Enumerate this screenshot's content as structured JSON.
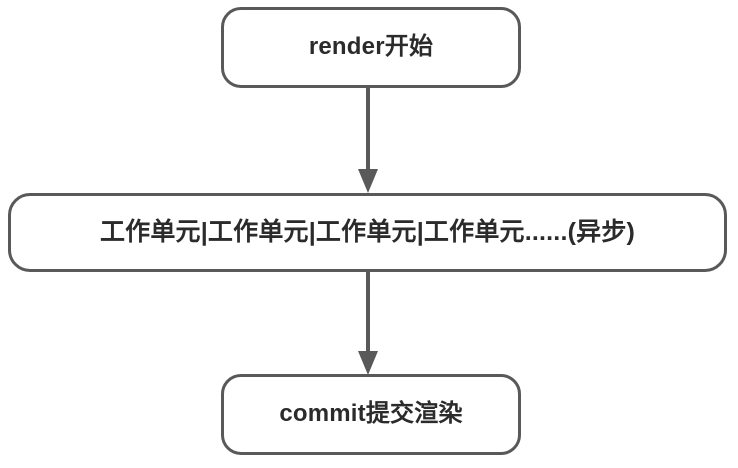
{
  "diagram": {
    "type": "flowchart",
    "orientation": "top-to-bottom",
    "background_color": "#ffffff",
    "node_border_color": "#595959",
    "node_fill_color": "#ffffff",
    "text_color": "#2b2b2b",
    "arrow_color": "#595959",
    "nodes": [
      {
        "id": "render-start",
        "label": "render开始",
        "shape": "rounded-rectangle"
      },
      {
        "id": "work-units",
        "label": "工作单元|工作单元|工作单元|工作单元......(异步)",
        "shape": "rounded-rectangle"
      },
      {
        "id": "commit",
        "label": "commit提交渲染",
        "shape": "rounded-rectangle"
      }
    ],
    "edges": [
      {
        "id": "render-to-work",
        "from": "render-start",
        "to": "work-units",
        "label": "",
        "arrowhead": "solid-triangle",
        "direction": "down"
      },
      {
        "id": "work-to-commit",
        "from": "work-units",
        "to": "commit",
        "label": "",
        "arrowhead": "solid-triangle",
        "direction": "down"
      }
    ]
  }
}
